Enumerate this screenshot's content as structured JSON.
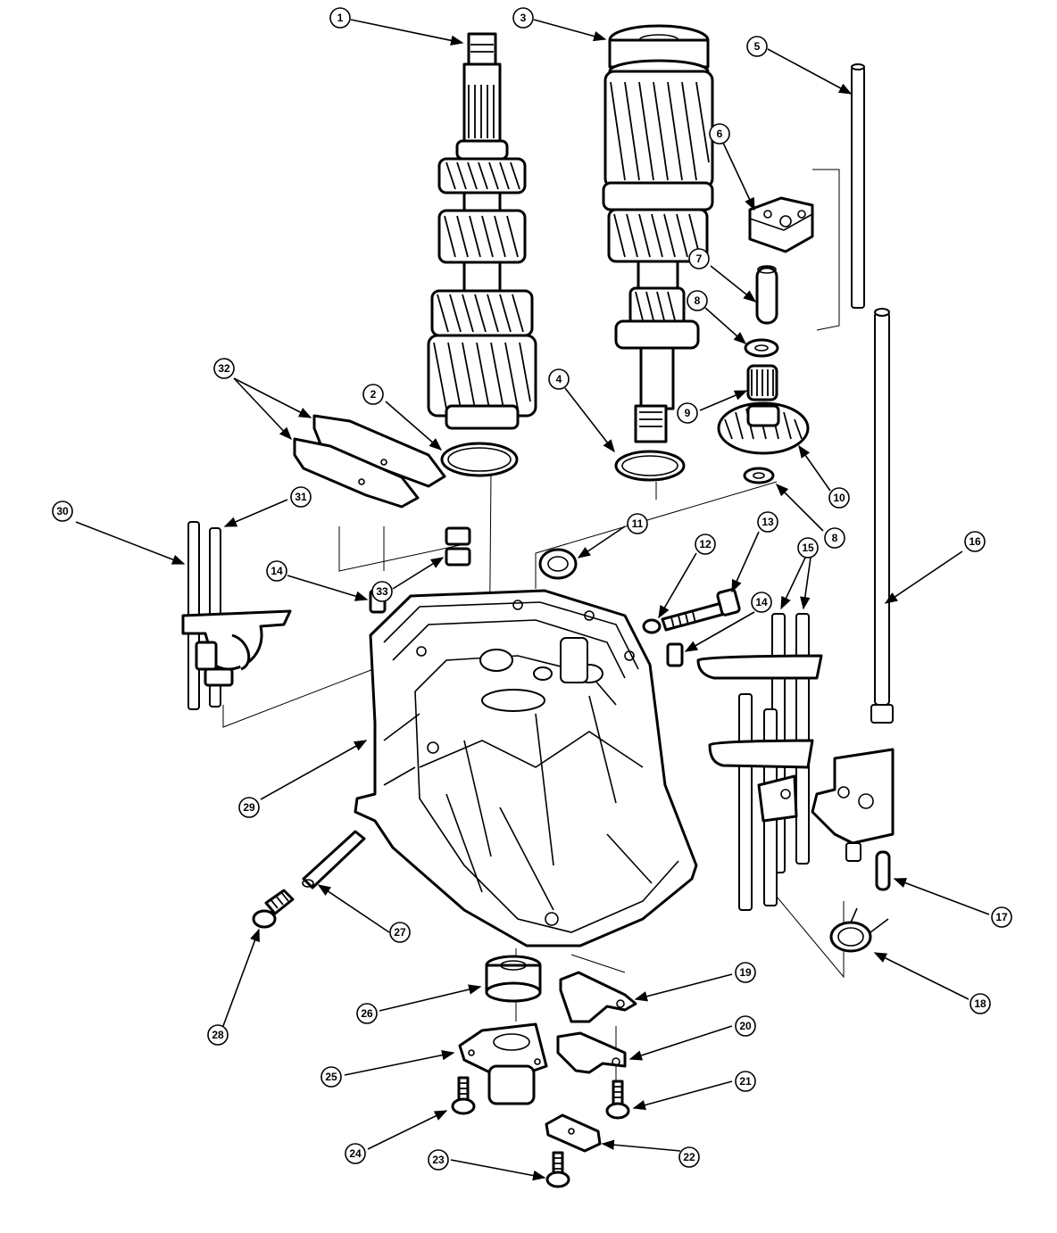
{
  "callouts": [
    {
      "id": "c1",
      "label": "1"
    },
    {
      "id": "c2",
      "label": "2"
    },
    {
      "id": "c3",
      "label": "3"
    },
    {
      "id": "c4",
      "label": "4"
    },
    {
      "id": "c5",
      "label": "5"
    },
    {
      "id": "c6",
      "label": "6"
    },
    {
      "id": "c7",
      "label": "7"
    },
    {
      "id": "c8a",
      "label": "8"
    },
    {
      "id": "c8b",
      "label": "8"
    },
    {
      "id": "c9",
      "label": "9"
    },
    {
      "id": "c10",
      "label": "10"
    },
    {
      "id": "c11",
      "label": "11"
    },
    {
      "id": "c12",
      "label": "12"
    },
    {
      "id": "c13",
      "label": "13"
    },
    {
      "id": "c14a",
      "label": "14"
    },
    {
      "id": "c14b",
      "label": "14"
    },
    {
      "id": "c15",
      "label": "15"
    },
    {
      "id": "c16",
      "label": "16"
    },
    {
      "id": "c17",
      "label": "17"
    },
    {
      "id": "c18",
      "label": "18"
    },
    {
      "id": "c19",
      "label": "19"
    },
    {
      "id": "c20",
      "label": "20"
    },
    {
      "id": "c21",
      "label": "21"
    },
    {
      "id": "c22",
      "label": "22"
    },
    {
      "id": "c23",
      "label": "23"
    },
    {
      "id": "c24",
      "label": "24"
    },
    {
      "id": "c25",
      "label": "25"
    },
    {
      "id": "c26",
      "label": "26"
    },
    {
      "id": "c27",
      "label": "27"
    },
    {
      "id": "c28",
      "label": "28"
    },
    {
      "id": "c29",
      "label": "29"
    },
    {
      "id": "c30",
      "label": "30"
    },
    {
      "id": "c31",
      "label": "31"
    },
    {
      "id": "c32",
      "label": "32"
    },
    {
      "id": "c33",
      "label": "33"
    }
  ]
}
